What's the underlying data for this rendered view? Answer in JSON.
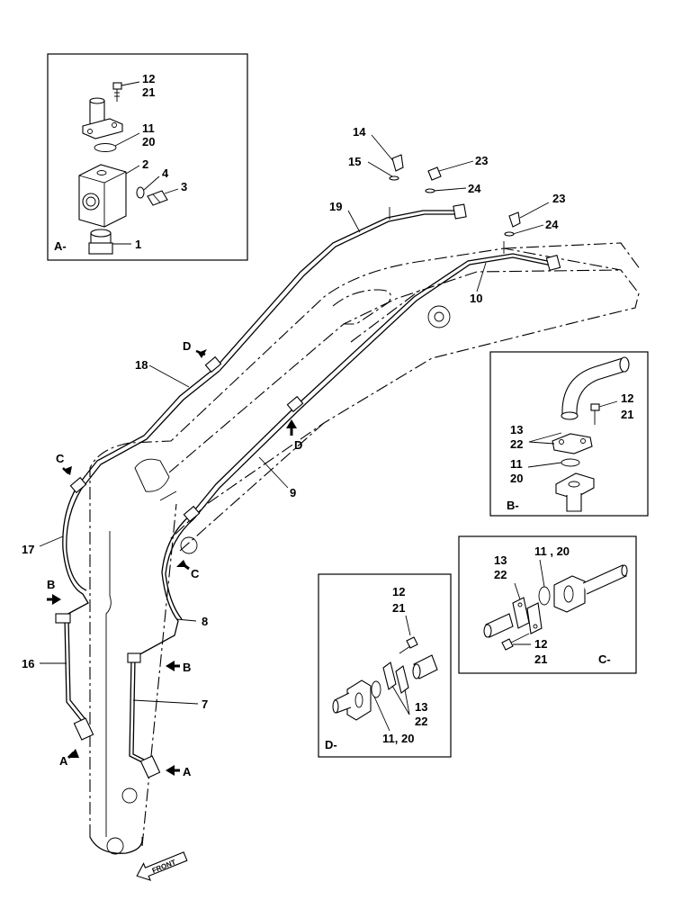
{
  "callouts": {
    "A": {
      "id": "A-",
      "labels": [
        "12",
        "21",
        "11",
        "20",
        "2",
        "4",
        "3",
        "1"
      ]
    },
    "B": {
      "id": "B-",
      "labels": [
        "12",
        "21",
        "13",
        "22",
        "11",
        "20"
      ]
    },
    "C": {
      "id": "C-",
      "labels": [
        "13",
        "22",
        "11 , 20",
        "12",
        "21"
      ]
    },
    "D": {
      "id": "D-",
      "labels": [
        "12",
        "21",
        "13",
        "22",
        "11, 20"
      ]
    }
  },
  "main": {
    "labels": [
      "14",
      "15",
      "23",
      "24",
      "19",
      "23",
      "24",
      "10",
      "18",
      "9",
      "17",
      "16",
      "8",
      "7"
    ],
    "views": [
      "D",
      "D",
      "C",
      "C",
      "B",
      "B",
      "A",
      "A"
    ],
    "front": "FRONT"
  }
}
